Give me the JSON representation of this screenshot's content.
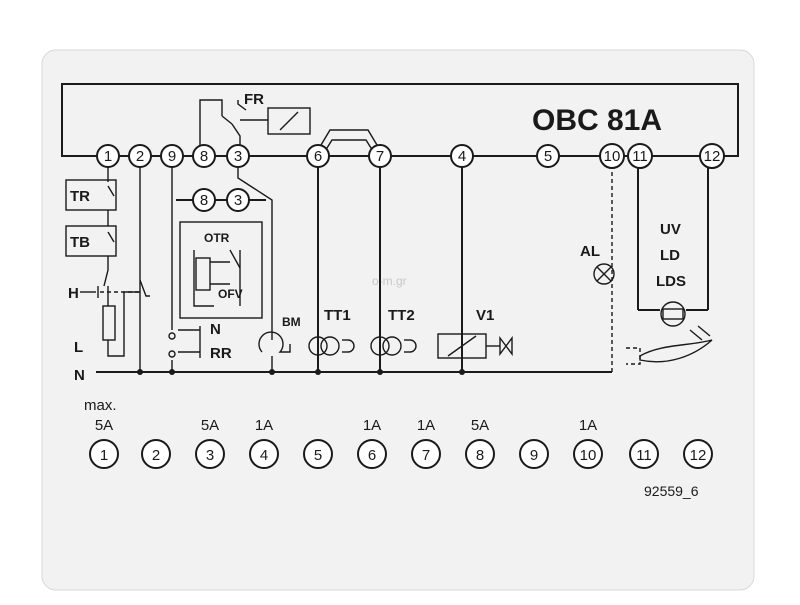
{
  "model": "OBC 81A",
  "part_number": "92559_6",
  "watermark": "o-m.gr",
  "top_terminals": [
    "1",
    "2",
    "9",
    "8",
    "3",
    "6",
    "7",
    "4",
    "5",
    "10",
    "11",
    "12"
  ],
  "inner_terminals": [
    "8",
    "3"
  ],
  "component_labels": {
    "fr": "FR",
    "tr": "TR",
    "tb": "TB",
    "h": "H",
    "l": "L",
    "n": "N",
    "otr": "OTR",
    "ofv": "OFV",
    "n_rr": "N",
    "rr": "RR",
    "bm": "BM",
    "tt1": "TT1",
    "tt2": "TT2",
    "v1": "V1",
    "al": "AL",
    "uv": "UV",
    "ld": "LD",
    "lds": "LDS"
  },
  "max_label": "max.",
  "bottom_terminals": [
    {
      "num": "1",
      "rating": "5A"
    },
    {
      "num": "2",
      "rating": ""
    },
    {
      "num": "3",
      "rating": "5A"
    },
    {
      "num": "4",
      "rating": "1A"
    },
    {
      "num": "5",
      "rating": ""
    },
    {
      "num": "6",
      "rating": "1A"
    },
    {
      "num": "7",
      "rating": "1A"
    },
    {
      "num": "8",
      "rating": "5A"
    },
    {
      "num": "9",
      "rating": ""
    },
    {
      "num": "10",
      "rating": "1A"
    },
    {
      "num": "11",
      "rating": ""
    },
    {
      "num": "12",
      "rating": ""
    }
  ]
}
